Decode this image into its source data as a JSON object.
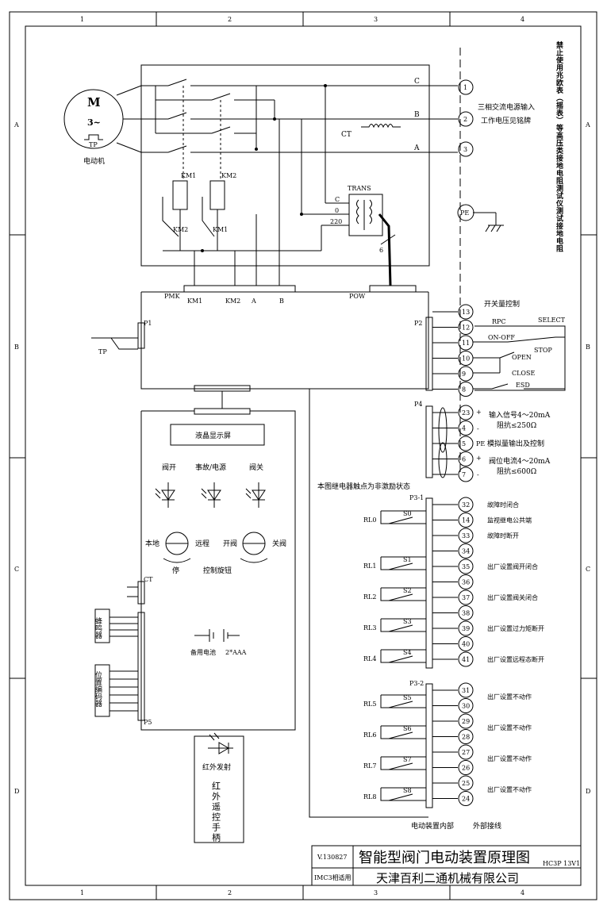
{
  "frame": {
    "col_numbers": [
      "1",
      "2",
      "3",
      "4"
    ],
    "row_letters": [
      "A",
      "B",
      "C",
      "D"
    ]
  },
  "motor": {
    "symbol": "M",
    "phase": "3~",
    "tp": "TP",
    "label": "电动机"
  },
  "warning": "禁止使用兆欧表（摇表）等高压类接地电阻测试仪测试接地电阻",
  "power": {
    "phase_c": "C",
    "phase_b": "B",
    "phase_a": "A",
    "terminals": [
      "1",
      "2",
      "3"
    ],
    "pe": "PE",
    "desc_line1": "三相交流电源输入",
    "desc_line2": "工作电压见铭牌",
    "ct": "CT",
    "trans": "TRANS",
    "trans_taps": [
      "C",
      "0",
      "220"
    ],
    "fuse": "6"
  },
  "relays": {
    "km1": "KM1",
    "km2": "KM2"
  },
  "connectors": {
    "pmk": "PMK",
    "pmk_pins": [
      "KM1",
      "KM2",
      "A",
      "B"
    ],
    "pow": "POW",
    "p1": "P1",
    "tp": "TP",
    "p2": "P2",
    "p4": "P4",
    "p3_1": "P3-1",
    "p3_2": "P3-2",
    "p5": "P5",
    "ct": "CT"
  },
  "p2": {
    "title": "开关量控制",
    "pins": [
      "13",
      "12",
      "11",
      "10",
      "9",
      "8"
    ],
    "rpc": "RPC",
    "select": "SELECT",
    "onoff": "ON-OFF",
    "stop": "STOP",
    "open": "OPEN",
    "close": "CLOSE",
    "esd": "ESD"
  },
  "p4": {
    "pins": [
      "23",
      "4",
      "5",
      "6",
      "7"
    ],
    "plus": "+",
    "minus": "-",
    "pe": "PE",
    "in1": "输入信号4～20mA",
    "in2": "阻抗≤250Ω",
    "mid": "模拟量输出及控制",
    "out1": "阀位电流4～20mA",
    "out2": "阻抗≤600Ω"
  },
  "relay_note": "本图继电器触点为非激励状态",
  "p3_1": {
    "pins": [
      "32",
      "14",
      "33",
      "34",
      "35",
      "36",
      "37",
      "38",
      "39",
      "40",
      "41"
    ],
    "descs": [
      "故障时闭合",
      "监视继电公共端",
      "故障时断开",
      "",
      "出厂设置阀开闭合",
      "",
      "出厂设置阀关闭合",
      "",
      "出厂设置过力矩断开",
      "",
      "出厂设置远程态断开"
    ],
    "relays": [
      "RL0",
      "RL1",
      "RL2",
      "RL3",
      "RL4"
    ],
    "switches": [
      "S0",
      "S1",
      "S2",
      "S3",
      "S4"
    ]
  },
  "p3_2": {
    "pins": [
      "31",
      "30",
      "29",
      "28",
      "27",
      "26",
      "25",
      "24"
    ],
    "descs": [
      "出厂设置不动作",
      "出厂设置不动作",
      "出厂设置不动作",
      "出厂设置不动作"
    ],
    "relays": [
      "RL5",
      "RL6",
      "RL7",
      "RL8"
    ],
    "switches": [
      "S5",
      "S6",
      "S7",
      "S8"
    ]
  },
  "panel": {
    "lcd": "液晶显示屏",
    "led_labels": [
      "阀开",
      "事故/电源",
      "阀关"
    ],
    "local": "本地",
    "remote": "远程",
    "open": "开阀",
    "close": "关阀",
    "stop": "停",
    "knob": "控制旋钮",
    "battery": "备用电池",
    "battery_spec": "2*AAA"
  },
  "side_modules": {
    "buzzer": "蜂鸣器",
    "encoder": "位置编码器"
  },
  "remote": {
    "ir": "红外发射",
    "handle": "红外遥控手柄"
  },
  "footer": {
    "inside": "电动装置内部",
    "outside": "外部接线"
  },
  "title_block": {
    "version": "V.130827",
    "title": "智能型阀门电动装置原理图",
    "code": "HC3P 13V1",
    "applies": "IMC3相适用",
    "company": "天津百利二通机械有限公司"
  }
}
